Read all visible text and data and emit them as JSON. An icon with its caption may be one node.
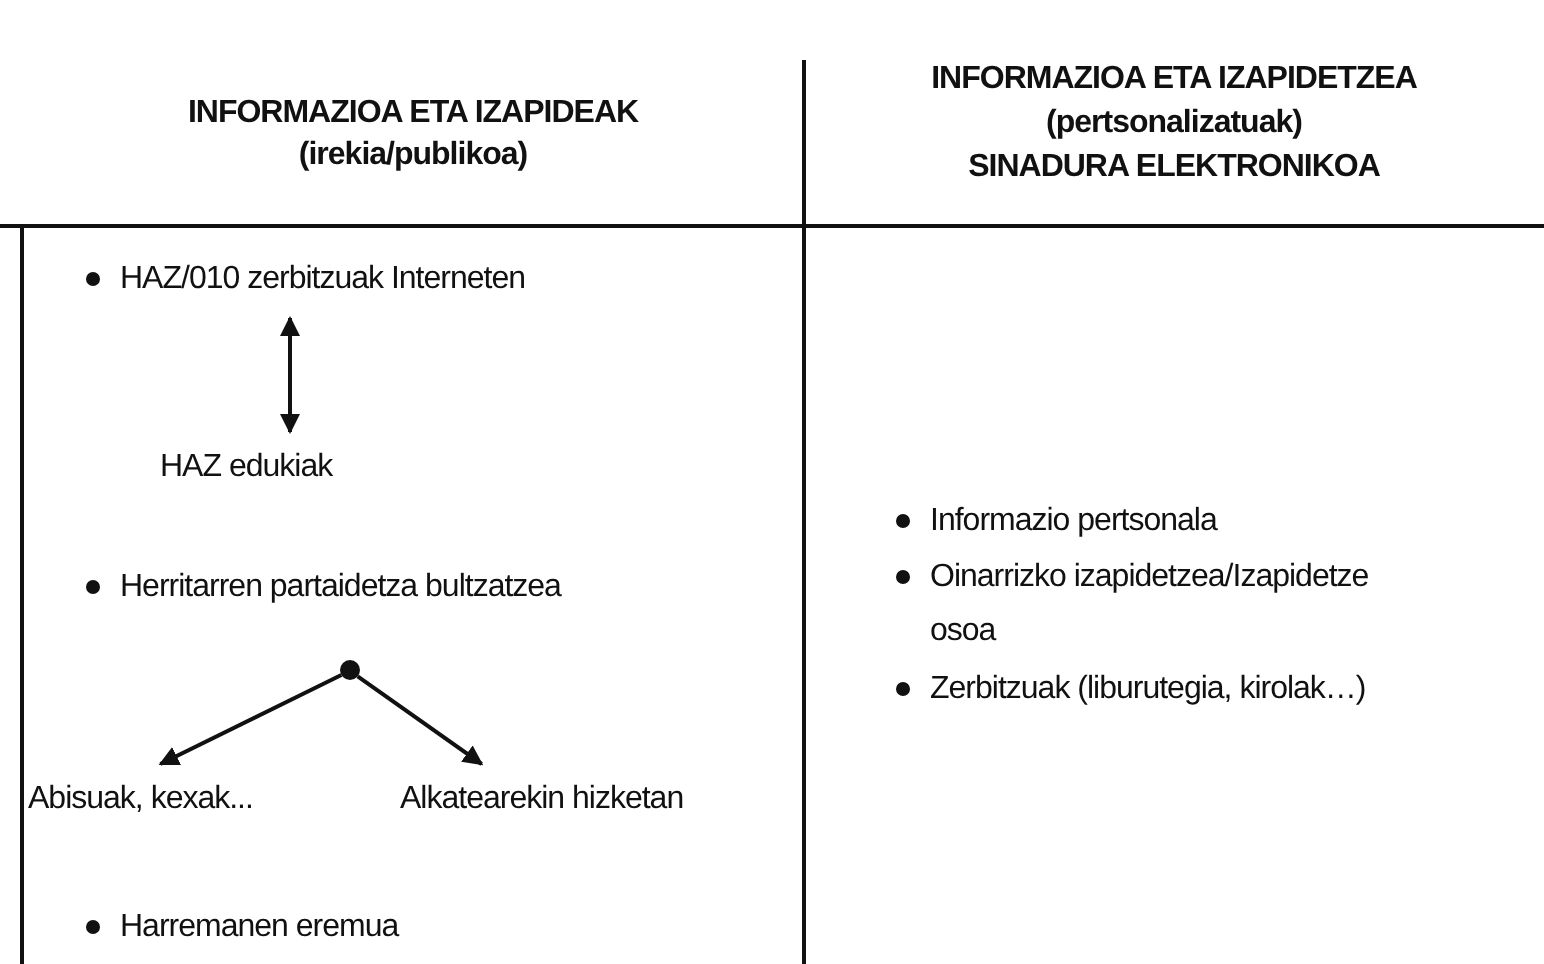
{
  "diagram": {
    "nodes": [
      {
        "text": [
          "HAZ/010 zerbitzuak Interneten"
        ]
      },
      {
        "text": [
          "HAZ edukiak"
        ]
      },
      {
        "text": [
          "Herritarren partaidetza bultzatzea"
        ]
      },
      {
        "text": [],
        "shape": "circle"
      },
      {
        "text": [
          "Abisuak, kexak..."
        ]
      },
      {
        "text": [
          "Alkatearekin hizketan"
        ]
      },
      {
        "text": [
          "Harremanen eremua"
        ]
      },
      {
        "text": [
          "Informazio pertsonala"
        ]
      },
      {
        "text": [
          "Oinarrizko izapidetzea/Izapidetze osoa"
        ]
      },
      {
        "text": [
          "Zerbitzuak (liburutegia, kirolak…)"
        ]
      }
    ],
    "edges": [
      {
        "from": 0,
        "to": 1,
        "arrow": "both"
      },
      {
        "from": 3,
        "to": 4,
        "arrow": "to"
      },
      {
        "from": 3,
        "to": 5,
        "arrow": "to"
      }
    ],
    "labels": [
      "INFORMAZIOA ETA IZAPIDEAK",
      "(irekia/publikoa)",
      "INFORMAZIOA ETA IZAPIDETZEA",
      "(pertsonalizatuak)",
      "SINADURA ELEKTRONIKOA"
    ]
  }
}
